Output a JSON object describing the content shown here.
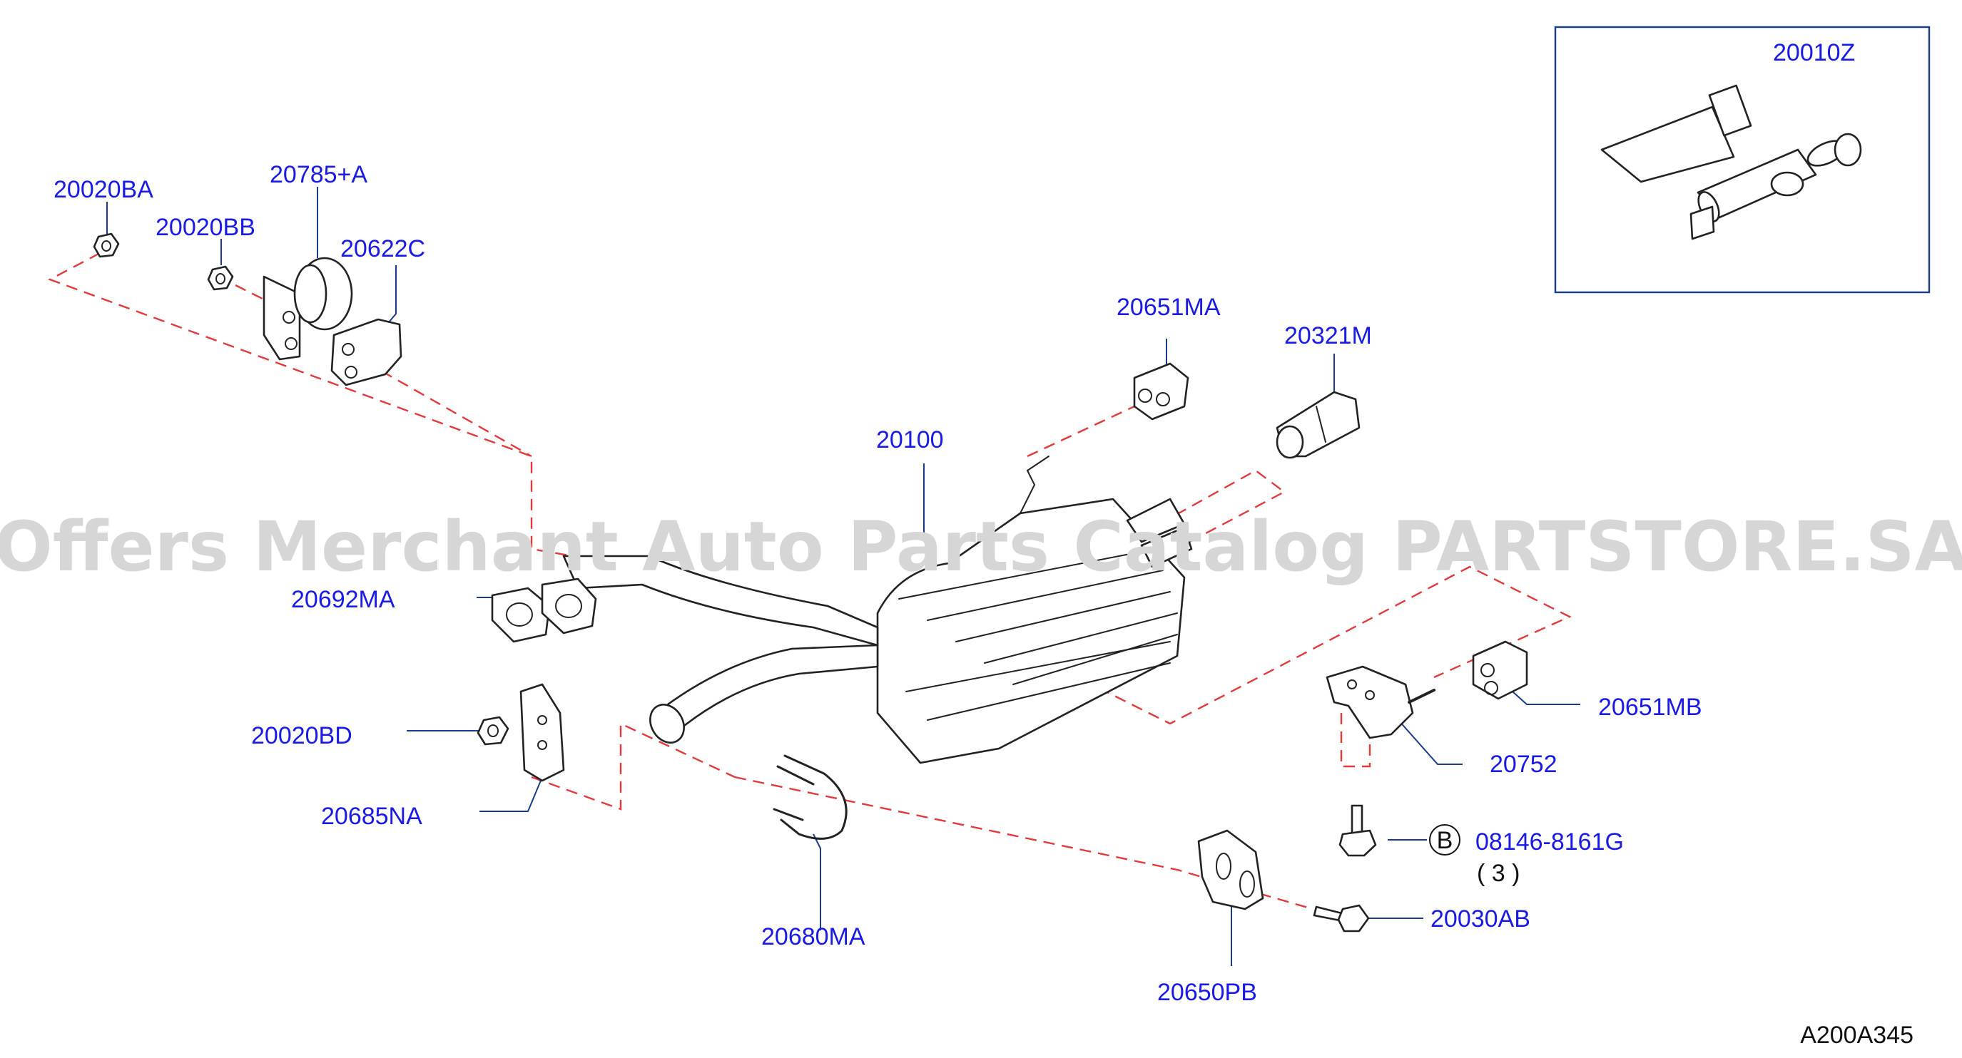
{
  "watermark": "Offers Merchant Auto Parts Catalog PARTSTORE.SA",
  "diagram_ref": "A200A345",
  "parts": {
    "p20010Z": "20010Z",
    "p20020BA": "20020BA",
    "p20785A": "20785+A",
    "p20020BB": "20020BB",
    "p20622C": "20622C",
    "p20651MA": "20651MA",
    "p20321M": "20321M",
    "p20100": "20100",
    "p20692MA": "20692MA",
    "p20020BD": "20020BD",
    "p20685NA": "20685NA",
    "p20680MA": "20680MA",
    "p20651MB": "20651MB",
    "p20752": "20752",
    "p08146": "08146-8161G",
    "p08146_qty": "( 3 )",
    "p08146_marker": "B",
    "p20030AB": "20030AB",
    "p20650PB": "20650PB"
  },
  "colors": {
    "label": "#1a1ae6",
    "leader": "#1a3a8a",
    "dashed_line": "#e23a3a",
    "watermark": "#d6d6d6"
  }
}
